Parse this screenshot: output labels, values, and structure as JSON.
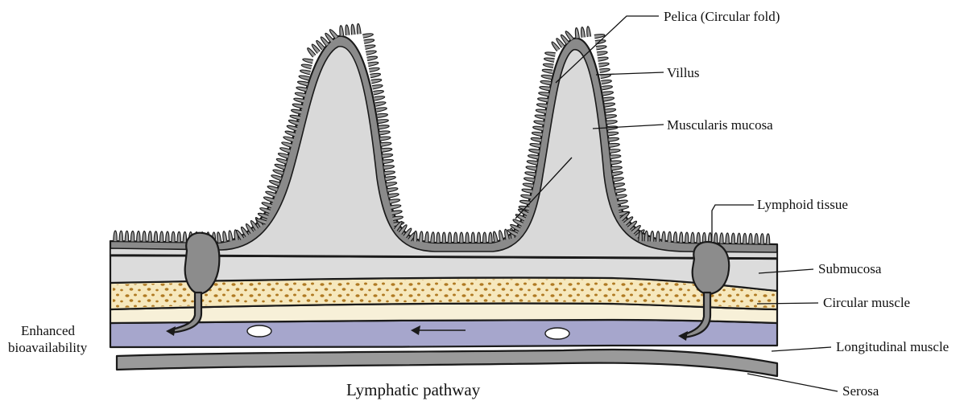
{
  "labels": {
    "plica": "Pelica (Circular fold)",
    "villus": "Villus",
    "muscularis_mucosa": "Muscularis mucosa",
    "lymphoid_tissue": "Lymphoid tissue",
    "submucosa": "Submucosa",
    "circular_muscle": "Circular muscle",
    "longitudinal_muscle": "Longitudinal muscle",
    "serosa": "Serosa",
    "enhanced_line1": "Enhanced",
    "enhanced_line2": "bioavailability",
    "lymphatic_pathway": "Lymphatic pathway"
  },
  "colors": {
    "mucosa_fill": "#d9d9d9",
    "mucosa_border": "#8a8a8a",
    "submucosa_fill": "#dcdcdc",
    "circular_muscle_fill": "#f6e8bd",
    "circular_muscle_dots": "#b07a23",
    "lymph_vessel": "#a6a6cc",
    "lymph_vessel_edge": "#6a6a9a",
    "lymphoid_node": "#8c8c8c",
    "serosa_fill": "#9a9a9a",
    "lymph_light_band": "#f7f0d8"
  }
}
